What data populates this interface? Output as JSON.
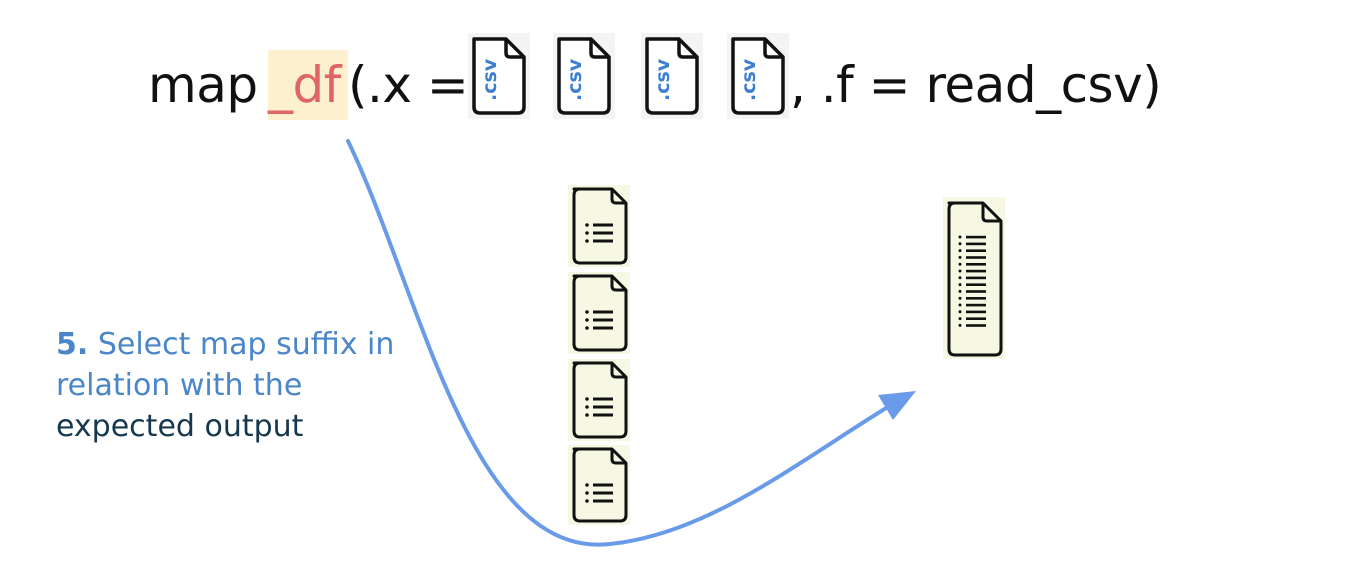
{
  "code": {
    "prefix": "map",
    "suffix": "_df",
    "open": "(.x =",
    "csv_label": ".csv",
    "rest": ", .f = read_csv)"
  },
  "csv_files": [
    ".csv",
    ".csv",
    ".csv",
    ".csv"
  ],
  "caption": {
    "number": "5.",
    "line1": " Select map suffix in",
    "line2": "relation with the",
    "line3": "expected output"
  },
  "colors": {
    "suffix": "#e06666",
    "highlight": "#fdf0cf",
    "arrow": "#6a9be8",
    "caption": "#4a86c8",
    "caption_dark": "#16384f",
    "doc_bg": "#f7f8e4"
  }
}
